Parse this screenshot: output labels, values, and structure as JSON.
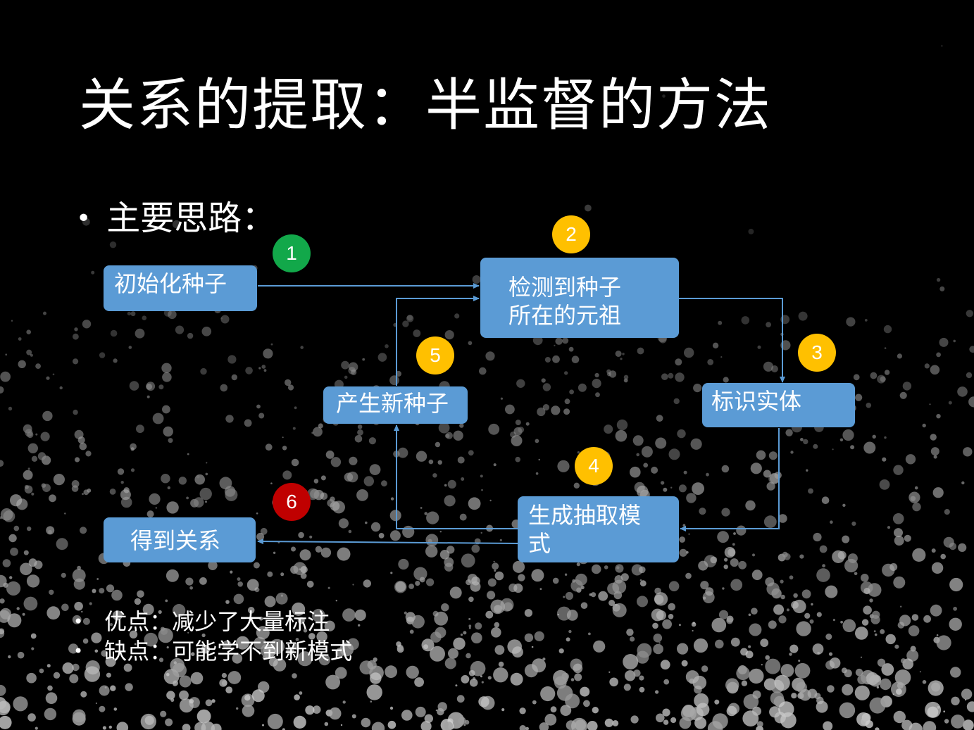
{
  "slide": {
    "title": "关系的提取：半监督的方法",
    "bullet": "主要思路：",
    "notes": [
      "优点：减少了大量标注",
      "缺点：可能学不到新模式"
    ]
  },
  "diagram": {
    "nodes": {
      "init_seed": {
        "lines": [
          "初始化种子"
        ]
      },
      "detect_tuples": {
        "lines": [
          "检测到种子",
          "所在的元祖"
        ]
      },
      "identify_entities": {
        "lines": [
          "标识实体"
        ]
      },
      "generate_patterns": {
        "lines": [
          "生成抽取模",
          "式"
        ]
      },
      "new_seeds": {
        "lines": [
          "产生新种子"
        ]
      },
      "get_relations": {
        "lines": [
          "得到关系"
        ]
      }
    },
    "steps": {
      "s1": {
        "label": "1",
        "color": "#12a84a"
      },
      "s2": {
        "label": "2",
        "color": "#ffc000"
      },
      "s3": {
        "label": "3",
        "color": "#ffc000"
      },
      "s4": {
        "label": "4",
        "color": "#ffc000"
      },
      "s5": {
        "label": "5",
        "color": "#ffc000"
      },
      "s6": {
        "label": "6",
        "color": "#c00000"
      }
    },
    "box_color": "#5b9bd5",
    "connector_color": "#5b9bd5"
  }
}
